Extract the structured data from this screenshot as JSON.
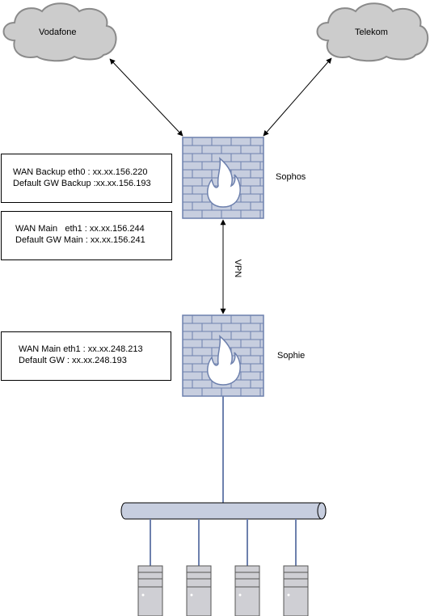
{
  "clouds": {
    "left": "Vodafone",
    "right": "Telekom"
  },
  "firewalls": {
    "top": "Sophos",
    "bottom": "Sophie"
  },
  "link": {
    "label": "VPN"
  },
  "boxes": {
    "backup": {
      "line1": "WAN Backup eth0 : xx.xx.156.220",
      "line2": "Default GW Backup :xx.xx.156.193"
    },
    "main": {
      "line1": "WAN Main   eth1 : xx.xx.156.244",
      "line2": "Default GW Main : xx.xx.156.241"
    },
    "sophie": {
      "line1": "WAN Main eth1 : xx.xx.248.213",
      "line2": "Default GW : xx.xx.248.193"
    }
  },
  "colors": {
    "cloud_fill": "#cccccc",
    "cloud_stroke": "#8a8a8a",
    "firewall_brick": "#c7cedf",
    "firewall_stroke": "#6d80ad",
    "flame": "#ffffff",
    "bus": "#c7cedf",
    "server": "#cfcfd4"
  },
  "icons": [
    "cloud-icon",
    "firewall-icon",
    "network-bus-icon",
    "server-icon"
  ]
}
